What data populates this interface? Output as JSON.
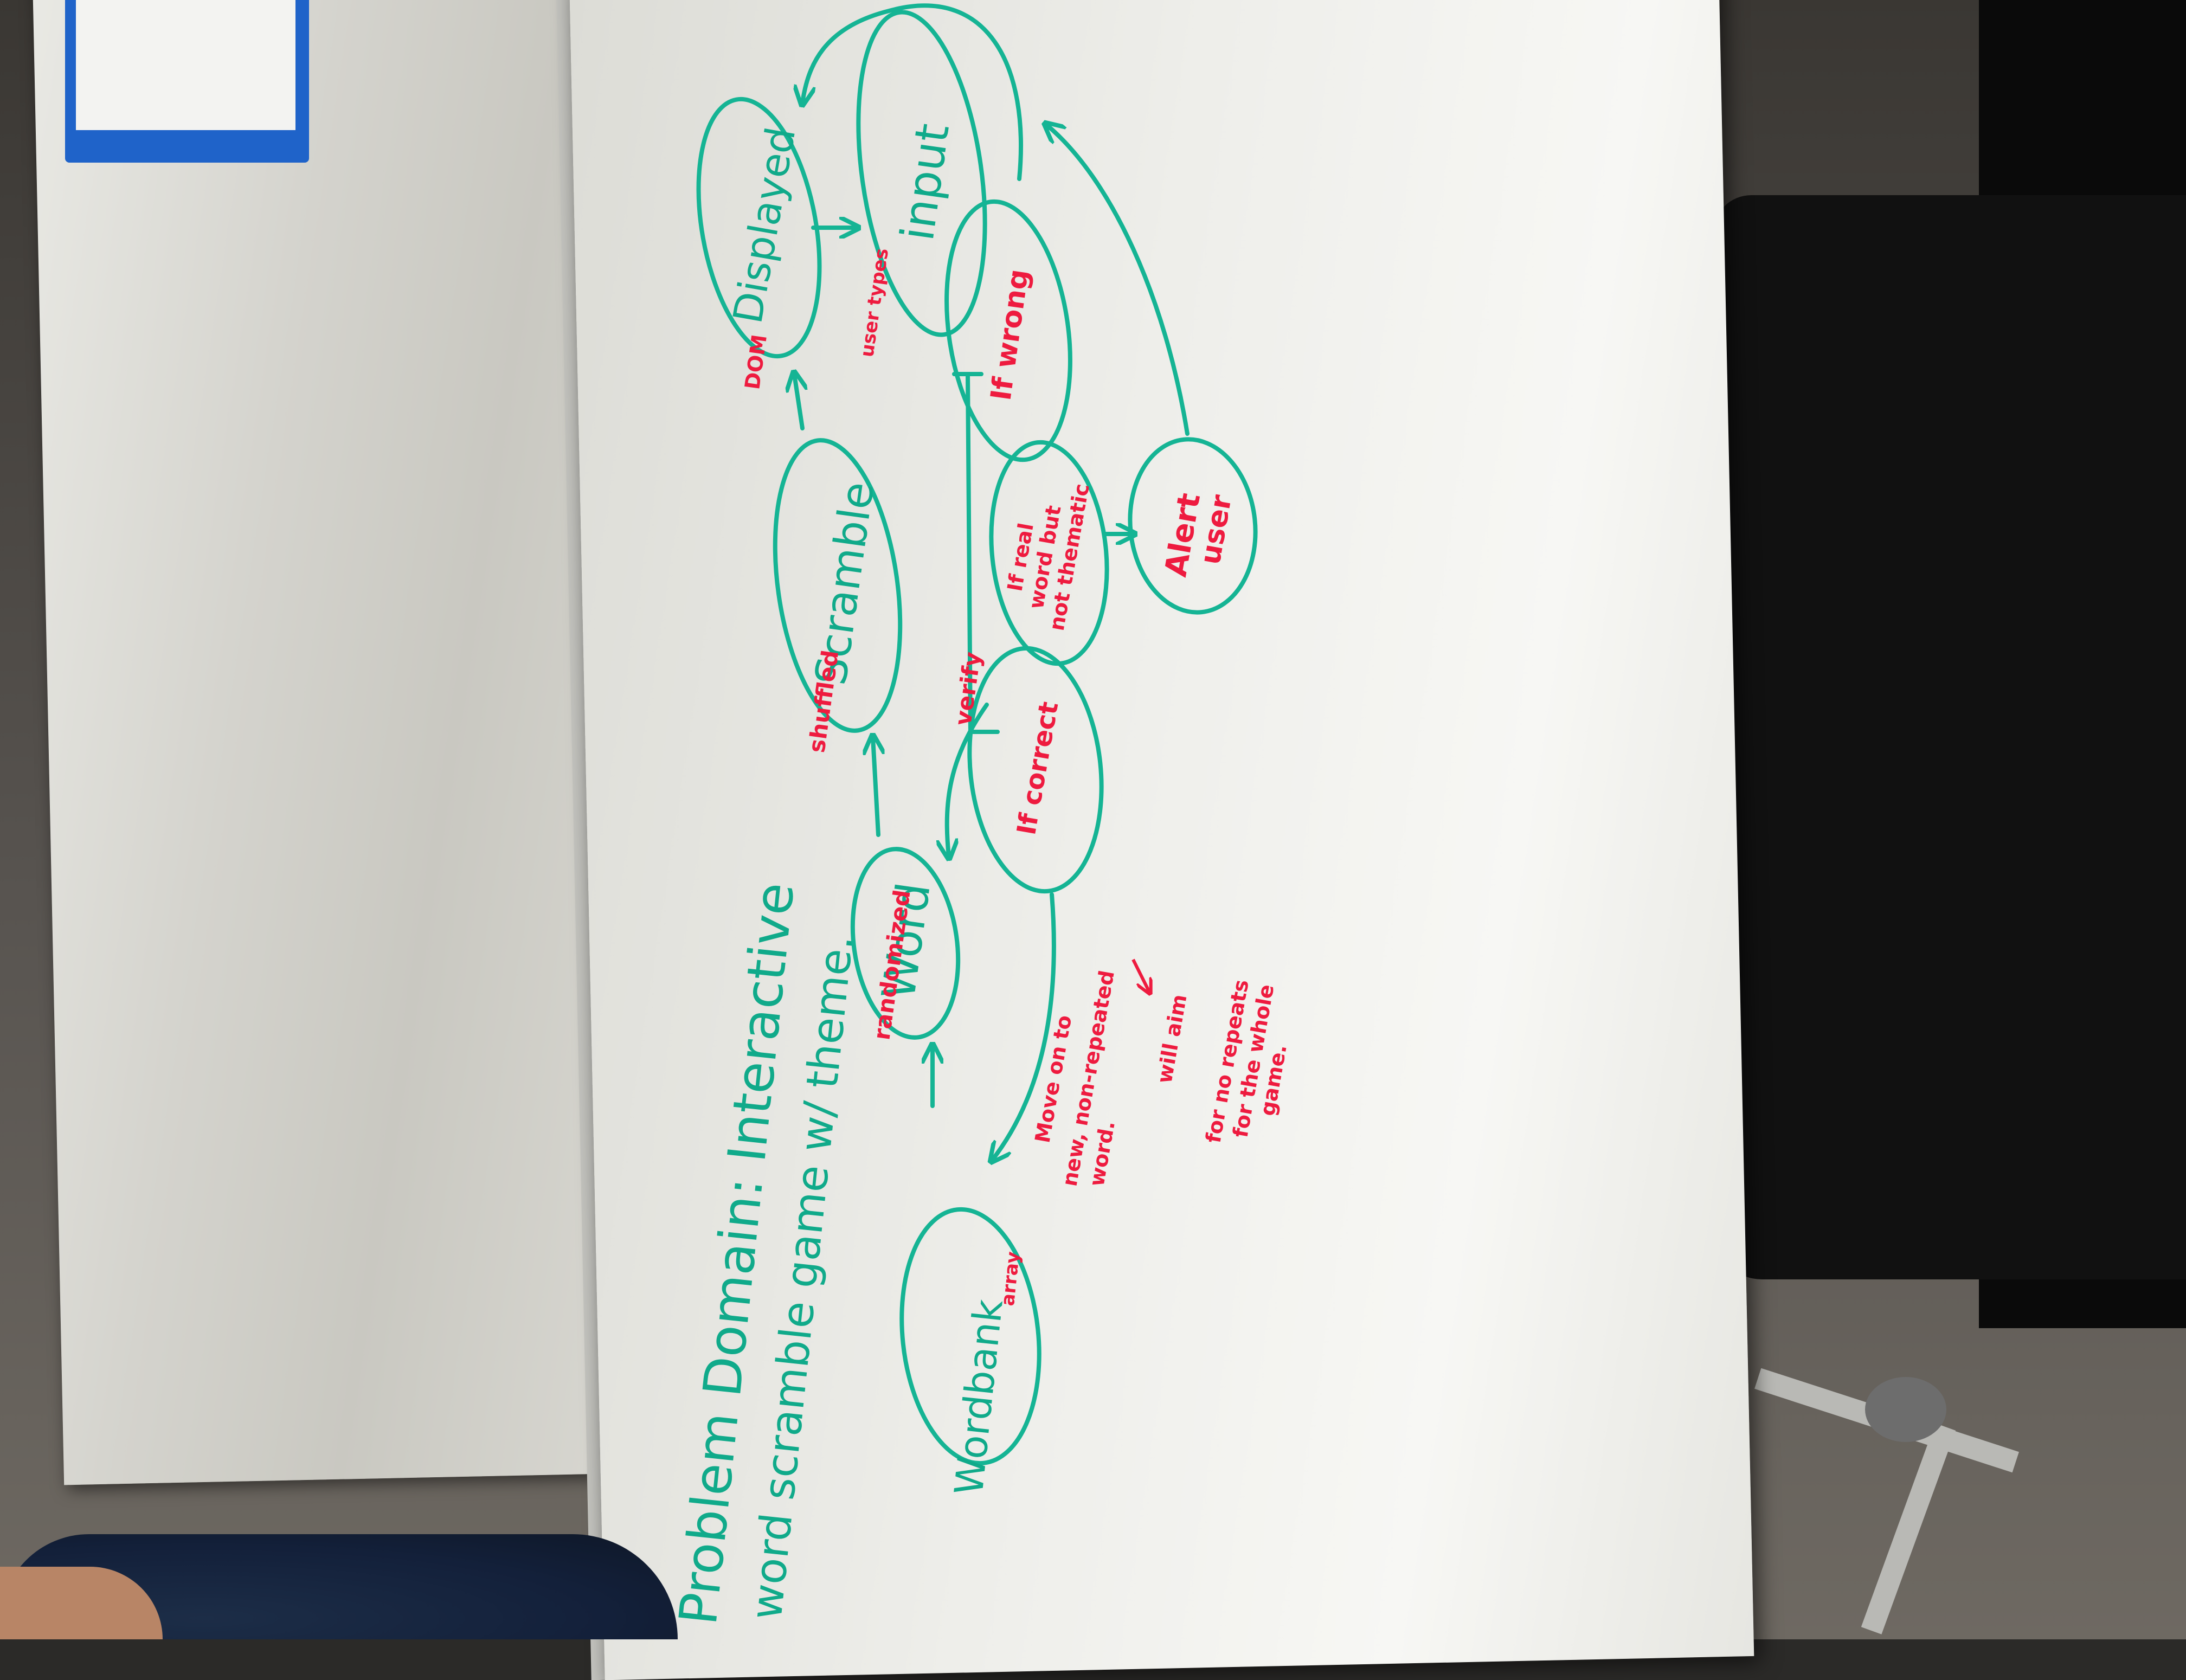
{
  "diagram": {
    "title": "Problem Domain: Interactive",
    "subtitle": "word scramble game w/ theme.",
    "nodes": {
      "wordbank": "Wordbank",
      "wordbank_note": "array",
      "word": "Word",
      "scramble": "Scramble",
      "displayed": "Displayed",
      "input": "input",
      "if_correct": "If correct",
      "if_wrong": "If wrong",
      "if_real_1": "If real",
      "if_real_2": "word but",
      "if_real_3": "not thematic",
      "alert_1": "Alert",
      "alert_2": "user"
    },
    "labels": {
      "randomized": "randomized",
      "shuffled": "shuffled",
      "dom": "DOM",
      "user_types": "user types",
      "verify": "verify",
      "move_1": "Move on to",
      "move_2": "new, non-repeated",
      "move_3": "word.",
      "aim_1": "will aim",
      "aim_2": "for no repeats",
      "aim_3": "for the whole",
      "aim_4": "game."
    },
    "colors": {
      "green_marker": "#15b494",
      "red_marker": "#ee1b3f",
      "board": "#eeeeea"
    }
  }
}
